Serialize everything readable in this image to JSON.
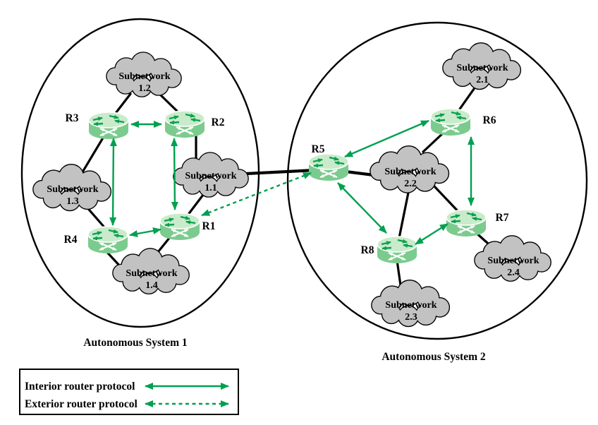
{
  "figure": {
    "type": "network-topology-diagram",
    "autonomous_systems": [
      {
        "label": "Autonomous System 1",
        "routers": {
          "r1": "R1",
          "r2": "R2",
          "r3": "R3",
          "r4": "R4"
        },
        "subnetworks": {
          "s11": {
            "line1": "Subnetwork",
            "line2": "1.1"
          },
          "s12": {
            "line1": "Subnetwork",
            "line2": "1.2"
          },
          "s13": {
            "line1": "Subnetwork",
            "line2": "1.3"
          },
          "s14": {
            "line1": "Subnetwork",
            "line2": "1.4"
          }
        }
      },
      {
        "label": "Autonomous System 2",
        "routers": {
          "r5": "R5",
          "r6": "R6",
          "r7": "R7",
          "r8": "R8"
        },
        "subnetworks": {
          "s21": {
            "line1": "Subnetwork",
            "line2": "2.1"
          },
          "s22": {
            "line1": "Subnetwork",
            "line2": "2.2"
          },
          "s23": {
            "line1": "Subnetwork",
            "line2": "2.3"
          },
          "s24": {
            "line1": "Subnetwork",
            "line2": "2.4"
          }
        }
      }
    ],
    "physical_links": [
      [
        "Subnetwork 1.2",
        "R3"
      ],
      [
        "Subnetwork 1.2",
        "R2"
      ],
      [
        "R3",
        "Subnetwork 1.3"
      ],
      [
        "Subnetwork 1.3",
        "R4"
      ],
      [
        "R4",
        "Subnetwork 1.4"
      ],
      [
        "R1",
        "Subnetwork 1.4"
      ],
      [
        "R2",
        "Subnetwork 1.1"
      ],
      [
        "Subnetwork 1.1",
        "R1"
      ],
      [
        "Subnetwork 1.1",
        "R5"
      ],
      [
        "R5",
        "Subnetwork 2.2"
      ],
      [
        "Subnetwork 2.1",
        "R6"
      ],
      [
        "R6",
        "Subnetwork 2.2"
      ],
      [
        "Subnetwork 2.2",
        "R8"
      ],
      [
        "Subnetwork 2.2",
        "R7"
      ],
      [
        "R7",
        "Subnetwork 2.4"
      ],
      [
        "R8",
        "Subnetwork 2.3"
      ]
    ],
    "interior_protocol_arrows": [
      [
        "R3",
        "R2"
      ],
      [
        "R3",
        "R4"
      ],
      [
        "R2",
        "R1"
      ],
      [
        "R4",
        "R1"
      ],
      [
        "R5",
        "R6"
      ],
      [
        "R6",
        "R7"
      ],
      [
        "R5",
        "R8"
      ],
      [
        "R8",
        "R7"
      ]
    ],
    "exterior_protocol_arrows": [
      [
        "R1",
        "R5"
      ]
    ]
  },
  "legend": {
    "interior_label": "Interior router protocol",
    "exterior_label": "Exterior router protocol"
  },
  "colors": {
    "protocol_green": "#00A04F",
    "router_body": "#7CCB8E",
    "router_top": "#C9EBCB",
    "router_top_arrows": "#0AA14F",
    "cloud_fill": "#C2C2C2",
    "outline": "#000000",
    "background": "#FFFFFF"
  }
}
